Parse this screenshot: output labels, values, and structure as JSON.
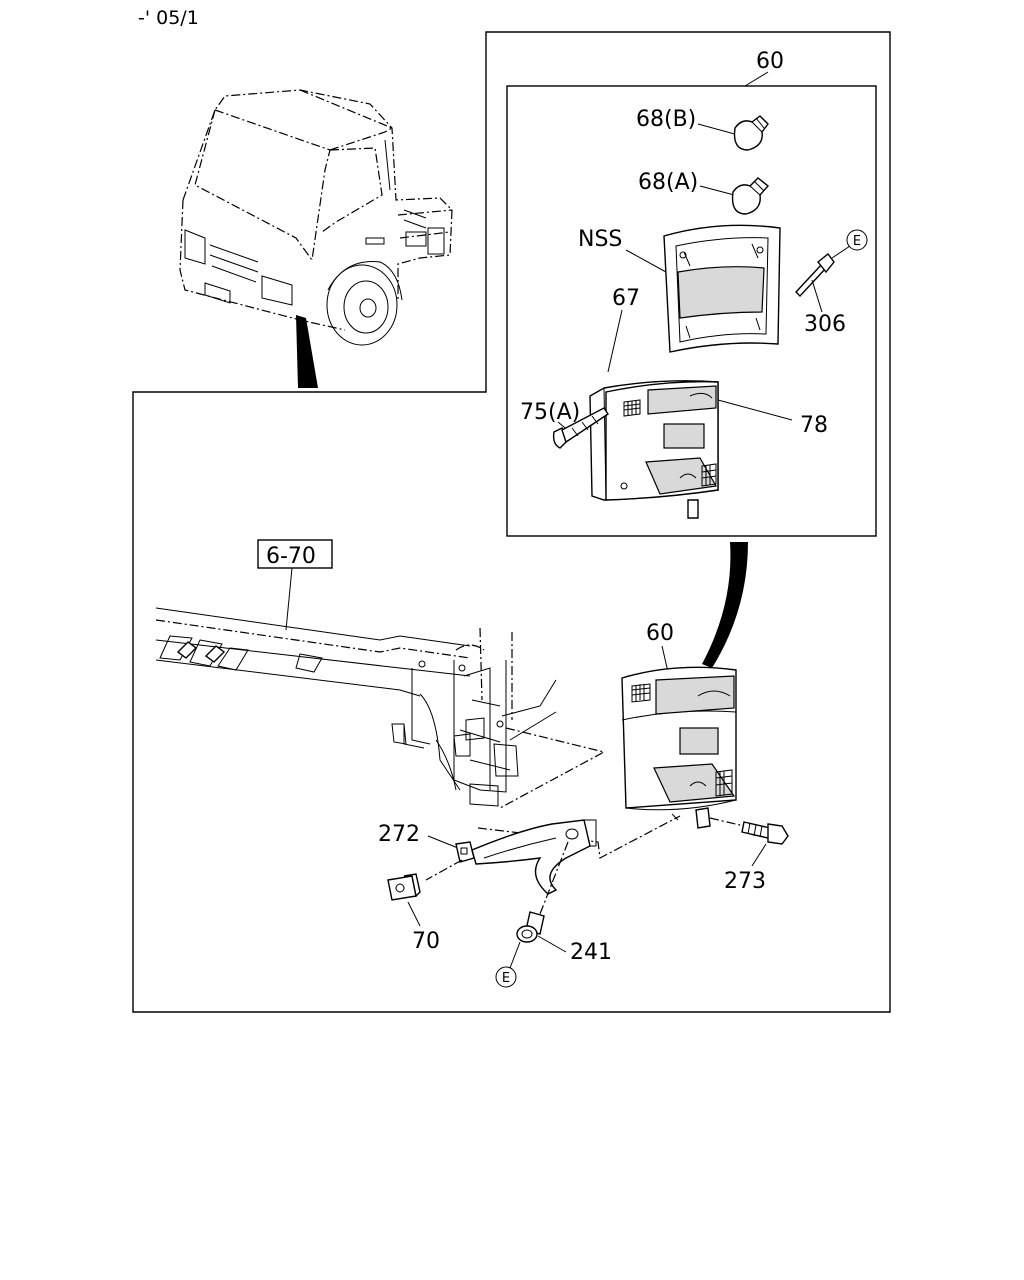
{
  "header": {
    "code": "-' 05/1"
  },
  "callouts": {
    "assembly_top": "60",
    "bulb_b": "68(B)",
    "bulb_a": "68(A)",
    "socket_nss": "NSS",
    "gasket": "67",
    "screw_75a": "75(A)",
    "lens": "78",
    "screw_306": "306",
    "ref_box": "6-70",
    "assembly_mounted": "60",
    "bracket": "272",
    "bolt": "273",
    "nut": "70",
    "grommet": "241",
    "connector_e_top": "E",
    "connector_e_bottom": "E"
  }
}
